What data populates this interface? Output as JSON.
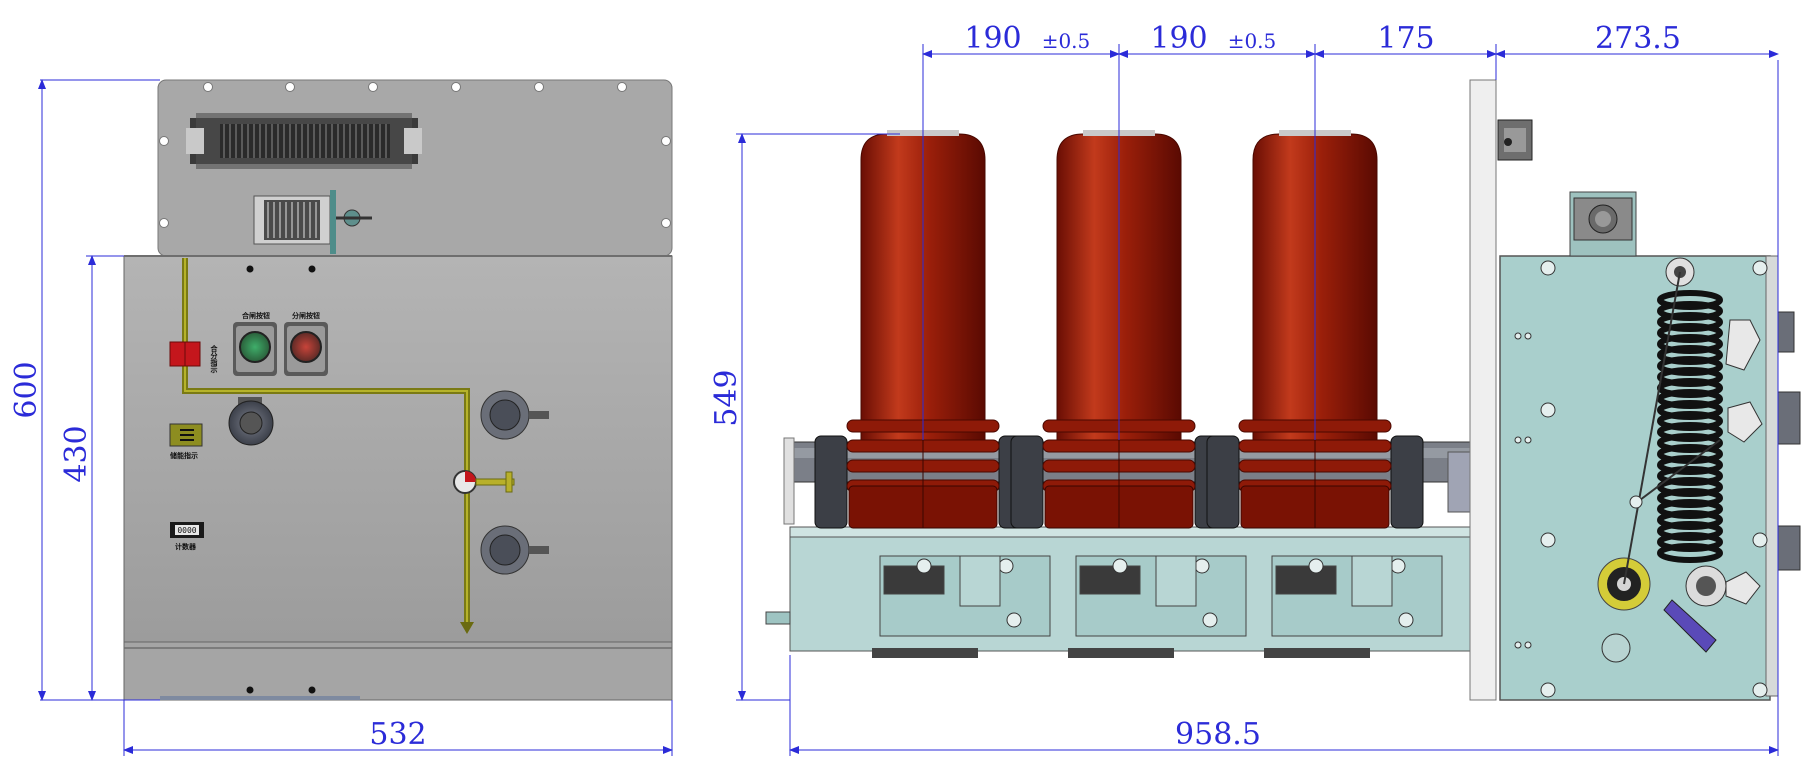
{
  "front_view": {
    "dim_total_height": "600",
    "dim_panel_height": "430",
    "dim_width": "532",
    "close_button_label": "合闸按钮",
    "open_button_label": "分闸按钮",
    "position_indicator_label": "合分指示",
    "storage_indicator_label": "储能指示",
    "counter_value": "0000",
    "counter_label": "计数器"
  },
  "side_view": {
    "dim_pole_spacing_1": "190",
    "dim_tolerance_1": "±0.5",
    "dim_pole_spacing_2": "190",
    "dim_tolerance_2": "±0.5",
    "dim_offset": "175",
    "dim_mechanism_depth": "273.5",
    "dim_height": "549",
    "dim_total_depth": "958.5"
  },
  "colors": {
    "dimension": "#2b2bd8",
    "panel_gray": "#a9a9a9",
    "pole_red": "#8c1608",
    "frame_teal": "#b4d3d1",
    "indicator_line": "#7a7a14"
  },
  "icons": [
    "terminal-block-icon",
    "auxiliary-switch-icon",
    "push-button-icon",
    "counter-icon",
    "spring-icon"
  ]
}
